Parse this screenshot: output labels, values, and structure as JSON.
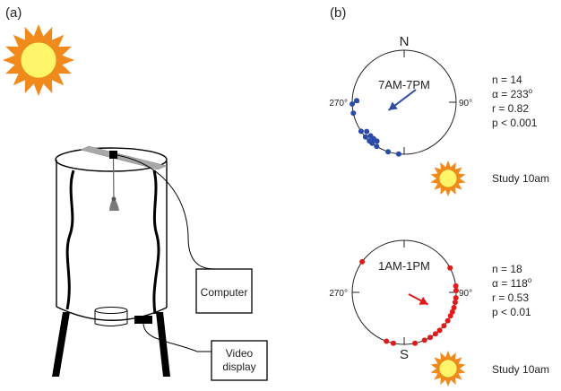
{
  "panel_a": {
    "label": "(a)",
    "computer_label": "Computer",
    "video_label_line1": "Video",
    "video_label_line2": "display",
    "colors": {
      "sun_outer": "#f08a1c",
      "sun_inner": "#fff46a"
    }
  },
  "panel_b": {
    "label": "(b)",
    "plots": [
      {
        "time_label": "7AM-7PM",
        "pole_label": "N",
        "left_tick": "270°",
        "right_tick": "90°",
        "stats": {
          "n": "n = 14",
          "alpha": "α = 233",
          "alpha_deg": "o",
          "r": "r = 0.82",
          "p": "p < 0.001"
        },
        "mean_angle": 233,
        "mean_r": 0.82,
        "point_angles": [
          268,
          272,
          258,
          236,
          232,
          228,
          225,
          222,
          220,
          218,
          215,
          212,
          198,
          186
        ],
        "color": "#2c4aa8",
        "study_label": "Study 10am"
      },
      {
        "time_label": "1AM-1PM",
        "pole_label": "S",
        "left_tick": "270°",
        "right_tick": "90°",
        "stats": {
          "n": "n = 18",
          "alpha": "α = 118",
          "alpha_deg": "o",
          "r": "r = 0.53",
          "p": "p < 0.01"
        },
        "mean_angle": 118,
        "mean_r": 0.53,
        "point_angles": [
          306,
          62,
          83,
          88,
          96,
          101,
          107,
          112,
          117,
          123,
          130,
          137,
          143,
          150,
          157,
          168,
          192,
          200
        ],
        "color": "#e01b1b",
        "study_label": "Study 10am"
      }
    ]
  }
}
